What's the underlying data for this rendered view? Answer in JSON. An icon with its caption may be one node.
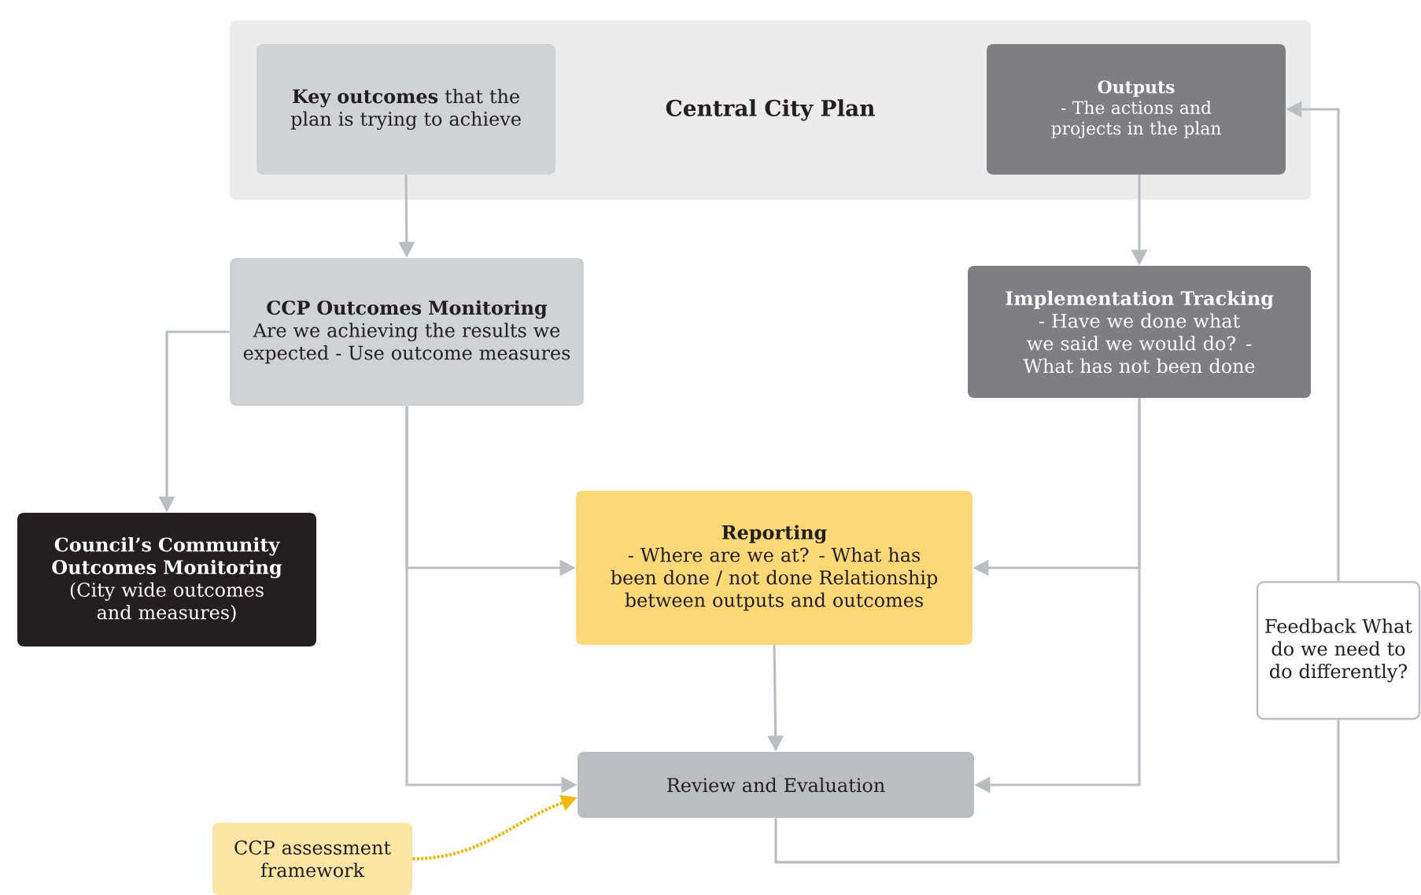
{
  "diagram": {
    "nodes": [
      {
        "text": [
          "Central City Plan"
        ]
      },
      {
        "text": [
          "**Key outcomes** that the plan is trying to achieve"
        ],
        "in": 0
      },
      {
        "text": [
          "Outputs",
          "- The actions and projects in the plan"
        ],
        "in": 0
      },
      {
        "text": [
          "CCP Outcomes Monitoring",
          "Are we achieving the results we expected - Use outcome measures"
        ]
      },
      {
        "text": [
          "**Implementation Tracking** - Have we done what we said we would do? -What has not been done"
        ]
      },
      {
        "text": [
          "Council’s Community Outcomes Monitoring",
          "(City wide outcomes and measures)"
        ]
      },
      {
        "text": [
          "Reporting",
          "- Where are we at? - What has been done / not done Relationship between outputs and outcomes"
        ]
      },
      {
        "text": [
          "Feedback What do we need to do differently?"
        ]
      },
      {
        "text": [
          "Review and Evaluation"
        ]
      },
      {
        "text": [
          "CCP assessment framework"
        ]
      }
    ],
    "edges": [
      {
        "from": 1,
        "to": 3,
        "arrow": "to"
      },
      {
        "from": 2,
        "to": 4,
        "arrow": "to"
      },
      {
        "from": 3,
        "to": 5,
        "arrow": "to"
      },
      {
        "from": 3,
        "to": 6,
        "arrow": "to"
      },
      {
        "from": 3,
        "to": 8,
        "arrow": "to"
      },
      {
        "from": 4,
        "to": 6,
        "arrow": "to"
      },
      {
        "from": 4,
        "to": 8,
        "arrow": "to"
      },
      {
        "from": 6,
        "to": 8,
        "arrow": "to"
      },
      {
        "from": 8,
        "to": 7,
        "arrow": "none"
      },
      {
        "from": 7,
        "to": 2,
        "arrow": "to"
      },
      {
        "from": 9,
        "to": 8,
        "arrow": "to",
        "style": "dashed",
        "color": "#f5b800"
      }
    ]
  }
}
